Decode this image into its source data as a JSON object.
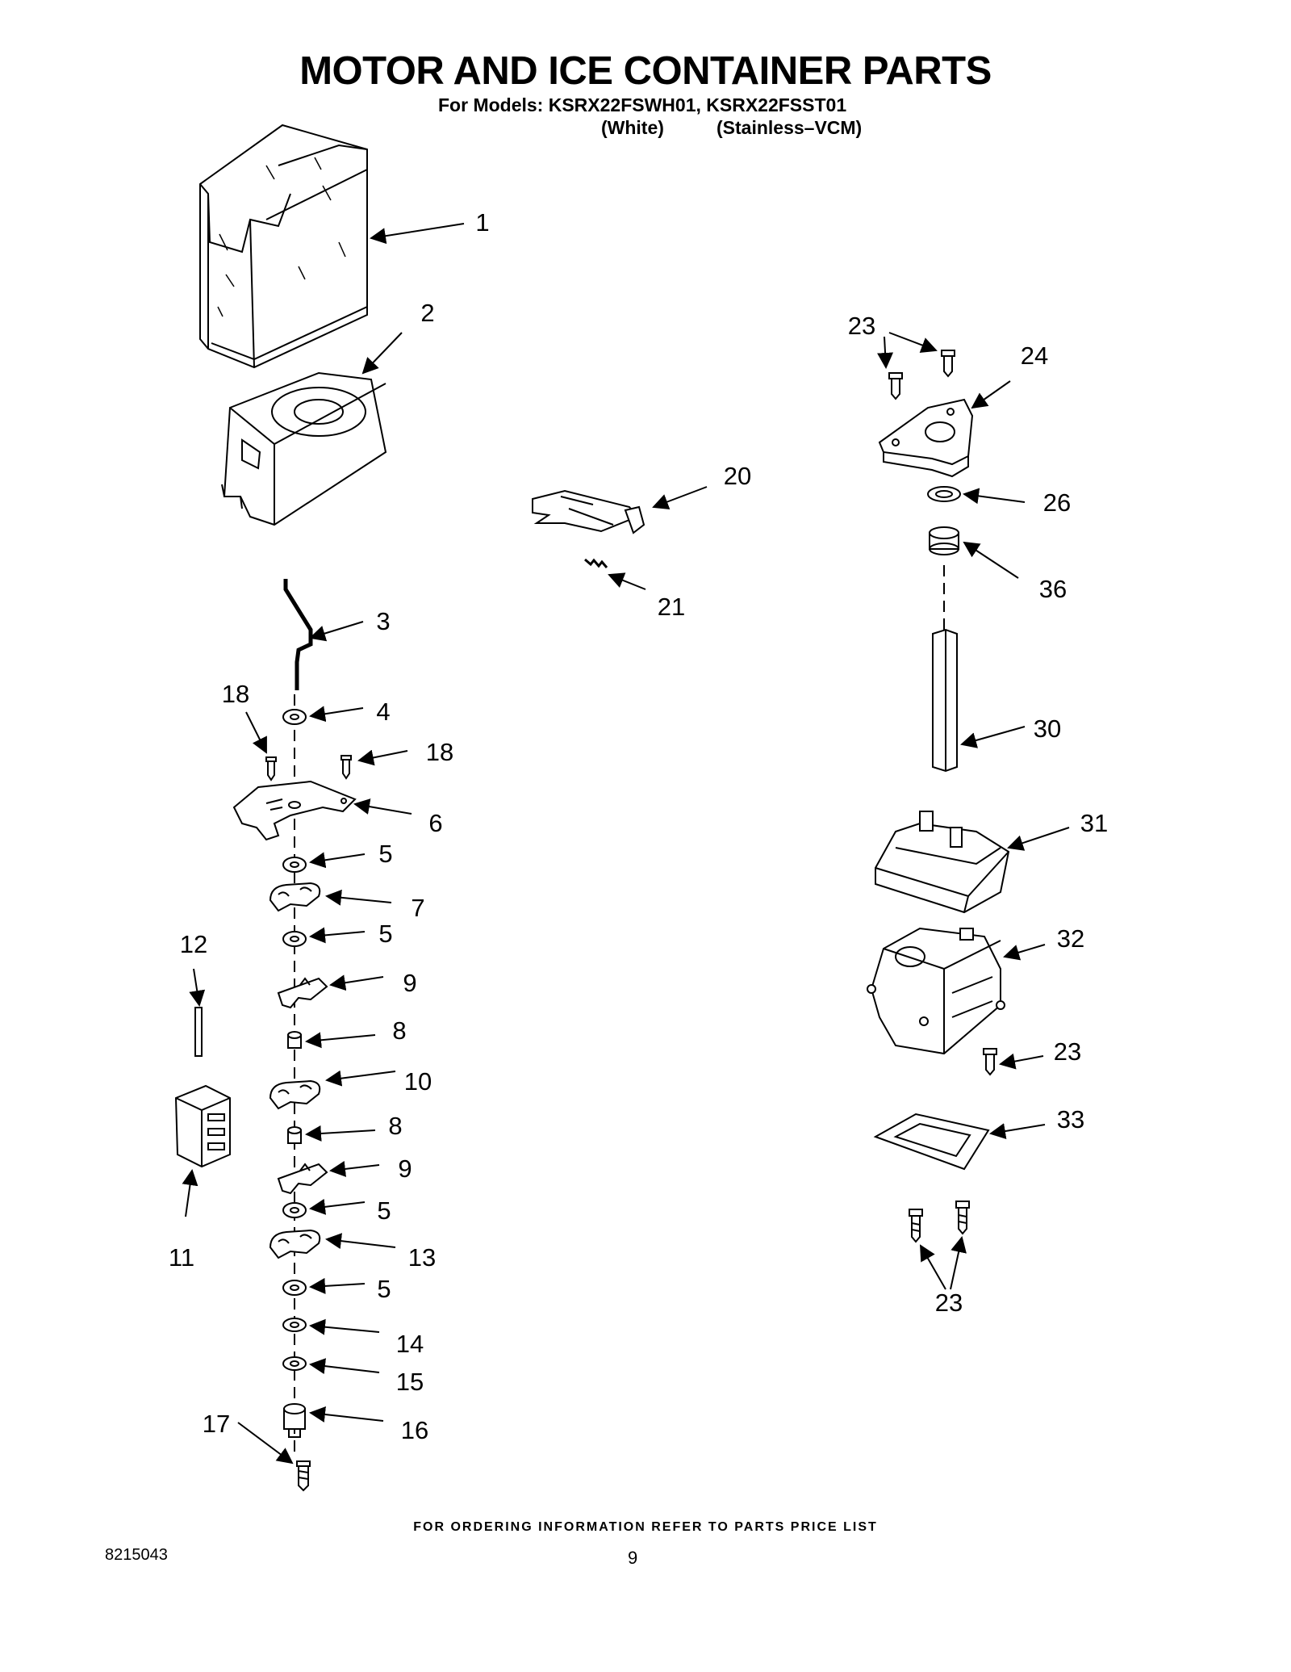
{
  "header": {
    "title": "MOTOR AND ICE CONTAINER PARTS",
    "models_line": "For Models: KSRX22FSWH01, KSRX22FSST01",
    "variant_white": "(White)",
    "variant_stainless": "(Stainless–VCM)"
  },
  "callouts": {
    "c1": "1",
    "c2": "2",
    "c3": "3",
    "c4": "4",
    "c5a": "5",
    "c5b": "5",
    "c5c": "5",
    "c5d": "5",
    "c6": "6",
    "c7": "7",
    "c8a": "8",
    "c8b": "8",
    "c9a": "9",
    "c9b": "9",
    "c10": "10",
    "c11": "11",
    "c12": "12",
    "c13": "13",
    "c14": "14",
    "c15": "15",
    "c16": "16",
    "c17": "17",
    "c18a": "18",
    "c18b": "18",
    "c20": "20",
    "c21": "21",
    "c23a": "23",
    "c23b": "23",
    "c23c": "23",
    "c24": "24",
    "c26": "26",
    "c30": "30",
    "c31": "31",
    "c32": "32",
    "c33": "33",
    "c36": "36"
  },
  "footer": {
    "ordering_note": "FOR ORDERING INFORMATION REFER TO PARTS PRICE LIST",
    "document_number": "8215043",
    "page_number": "9"
  }
}
